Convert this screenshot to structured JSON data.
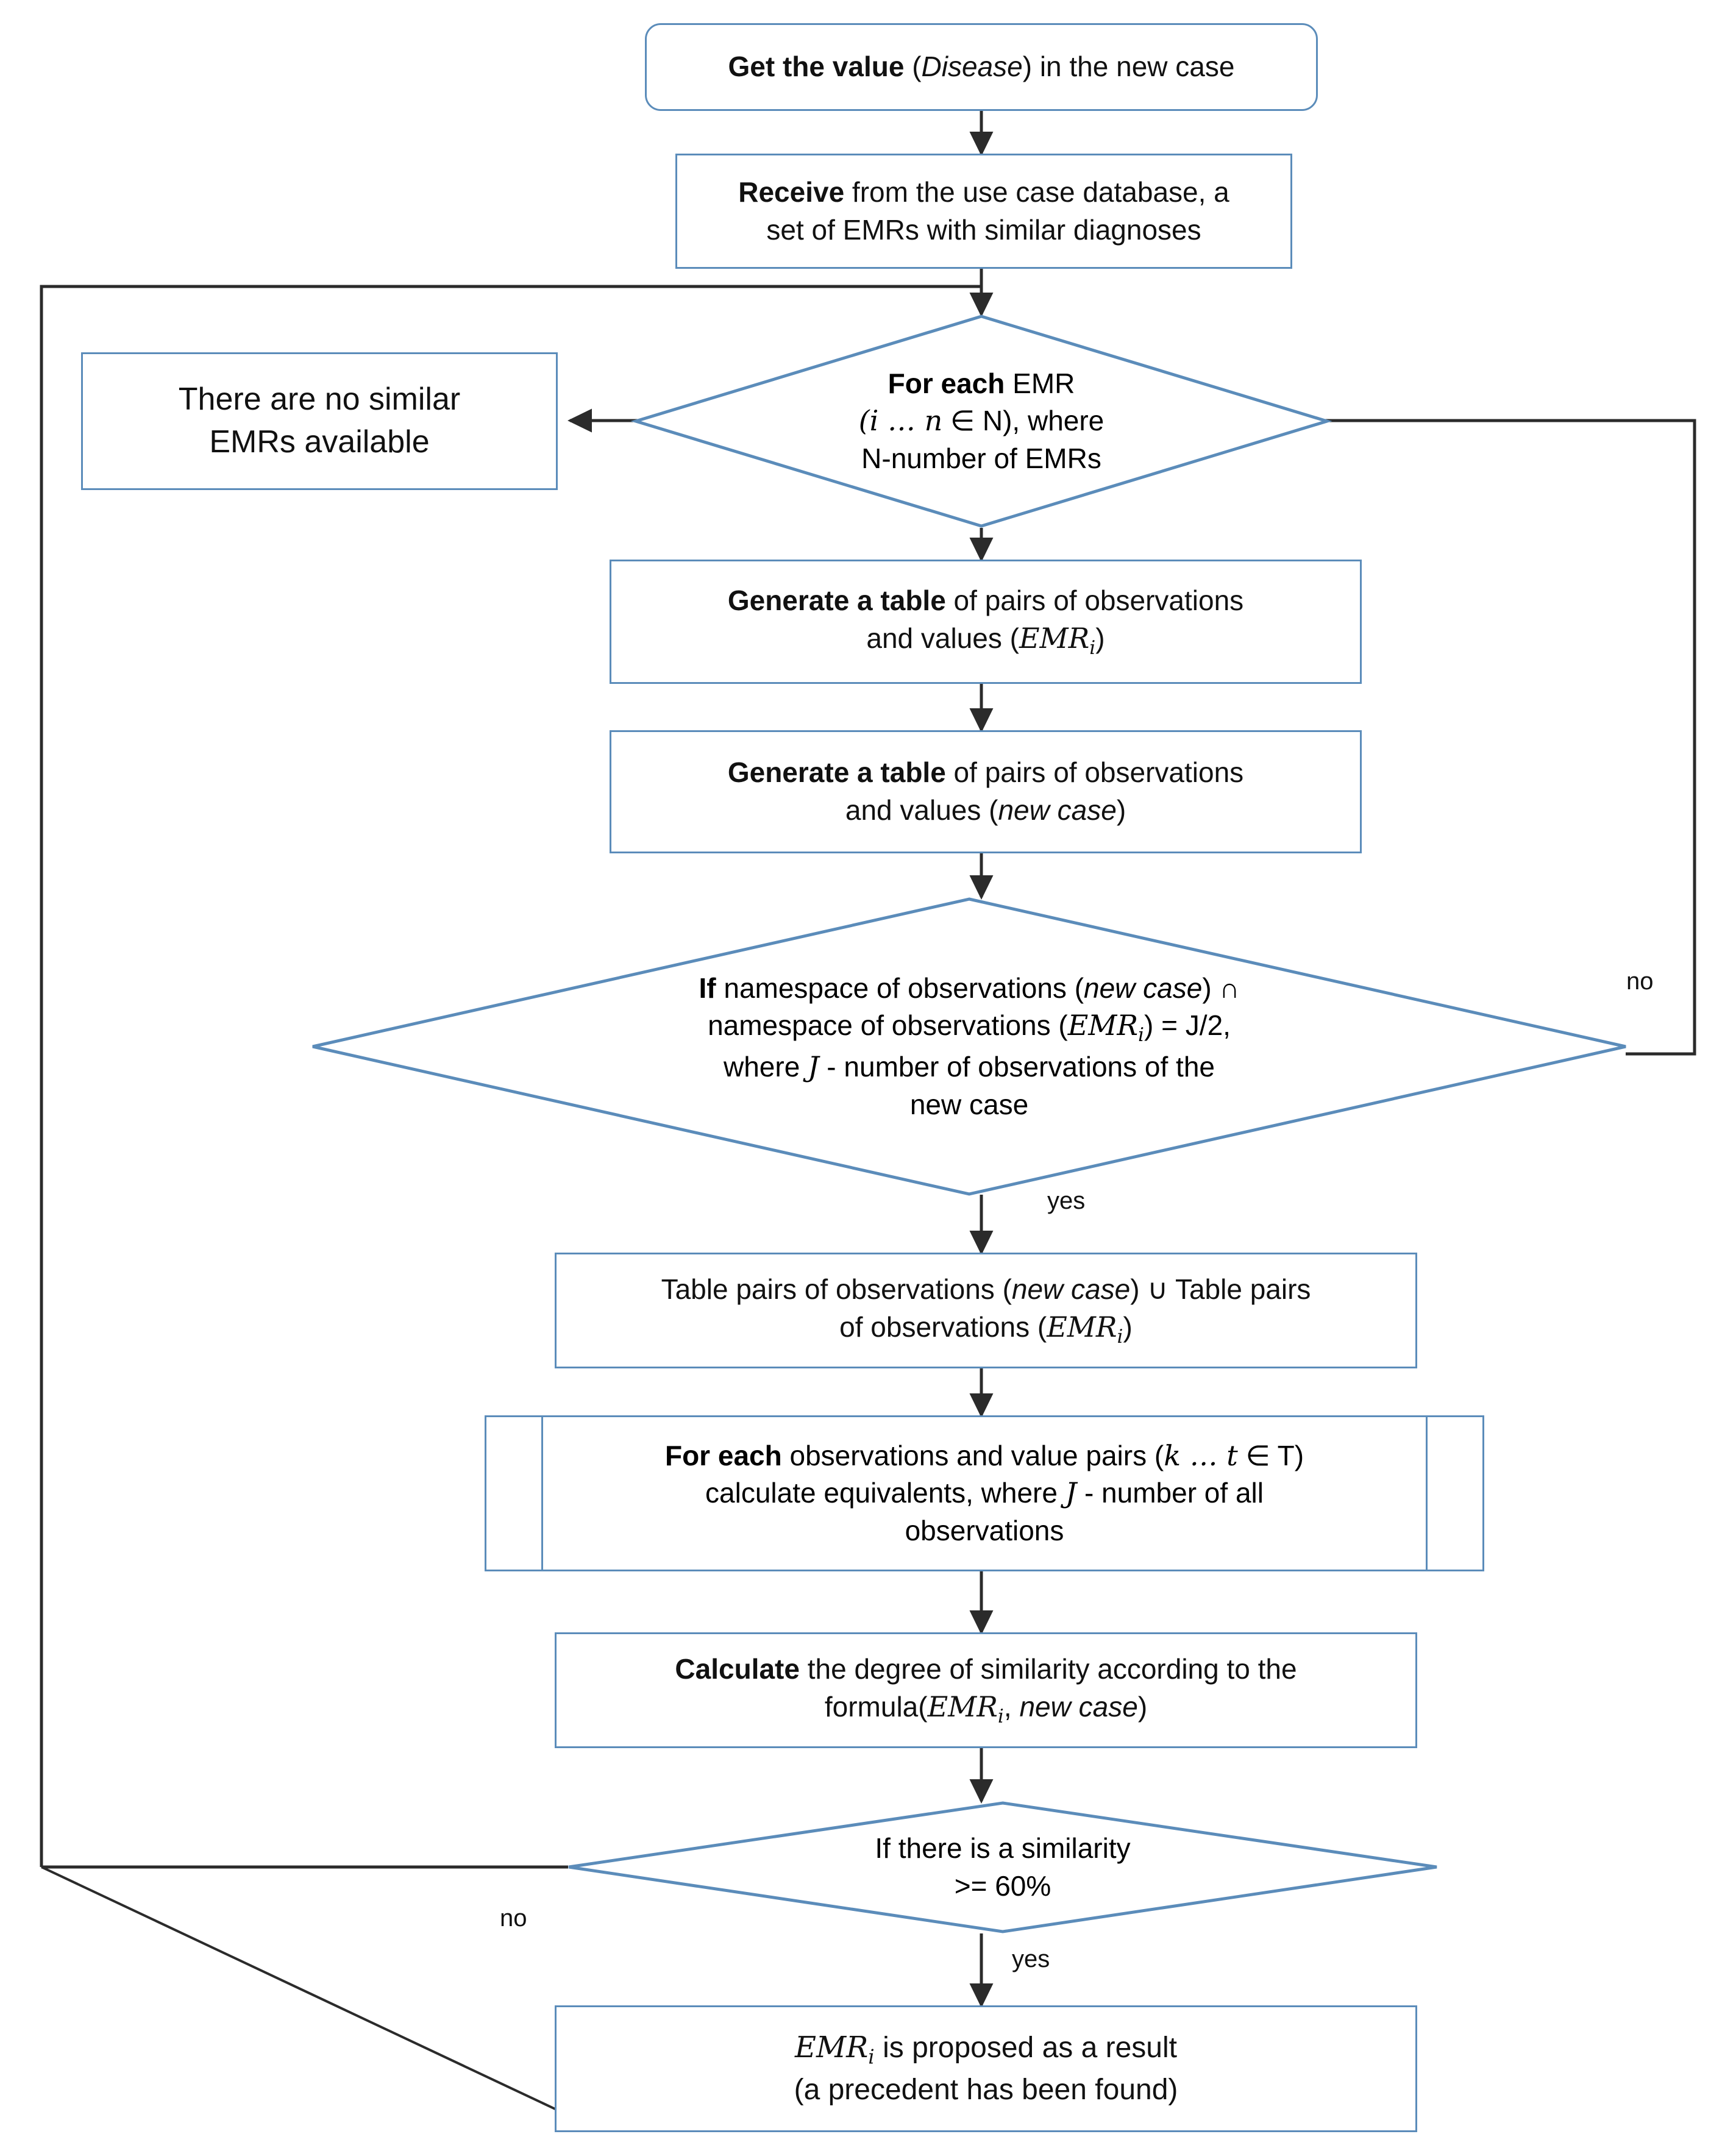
{
  "diagram": {
    "title": "CBR retrieval flowchart for similar EMRs",
    "accent_color": "#5b8cba",
    "line_color": "#3c3c3c",
    "text_color": "#111111",
    "background": "#ffffff"
  },
  "nodes": {
    "start": {
      "shape": "rounded-process",
      "lines": [
        {
          "parts": [
            {
              "t": "Get the value ",
              "style": "bold"
            },
            {
              "t": "(",
              "style": "plain"
            },
            {
              "t": "Disease",
              "style": "italic"
            },
            {
              "t": ") in the new case",
              "style": "plain"
            }
          ]
        }
      ],
      "plain": "Get the value (Disease) in the new case"
    },
    "receive": {
      "shape": "process",
      "plain": "Receive from the use case database, a set of EMRs with similar diagnoses",
      "line1_bold": "Receive",
      "line1_rest": " from the use case database, a",
      "line2": "set of EMRs with similar diagnoses"
    },
    "no_similar": {
      "shape": "process",
      "line1": "There are no similar",
      "line2": "EMRs available",
      "plain": "There are no similar EMRs available"
    },
    "for_each_emr": {
      "shape": "decision",
      "line1_bold": "For each",
      "line1_rest": " EMR",
      "line2_math": "(i … n",
      "line2_rest": " ∈ N), where",
      "line3": "N-number of EMRs",
      "plain": "For each EMR (i ... n ∈ N), where N-number of EMRs"
    },
    "gen_table_emr": {
      "shape": "process",
      "line1_bold": "Generate a table",
      "line1_rest": " of pairs of observations",
      "line2_rest": "and values (",
      "line2_math": "EMR",
      "line2_sub": "i",
      "line2_tail": ")",
      "plain": "Generate a table of pairs of observations and values (EMR_i)"
    },
    "gen_table_newcase": {
      "shape": "process",
      "line1_bold": "Generate a table",
      "line1_rest": " of pairs of observations",
      "line2_rest": "and values (",
      "line2_italic": "new case",
      "line2_tail": ")",
      "plain": "Generate a table of pairs of observations and values (new case)"
    },
    "namespace_check": {
      "shape": "decision",
      "line1_bold": "If",
      "line1_a": " namespace of observations (",
      "line1_italic": "new case",
      "line1_b": ") ∩",
      "line2_a": "namespace of observations (",
      "line2_math": "EMR",
      "line2_sub": "i",
      "line2_b": ") = J/2,",
      "line3_a": "where ",
      "line3_math": "J",
      "line3_b": " - number of observations of the",
      "line4": "new case",
      "plain": "If namespace of observations (new case) ∩ namespace of observations (EMR_i) = J/2, where J - number of observations of the new case"
    },
    "union_tables": {
      "shape": "process",
      "line1_a": "Table pairs of observations (",
      "line1_italic": "new case",
      "line1_b": ") ∪ Table pairs",
      "line2_a": "of observations (",
      "line2_math": "EMR",
      "line2_sub": "i",
      "line2_b": ")",
      "plain": "Table pairs of observations (new case) ∪ Table pairs of observations (EMR_i)"
    },
    "calc_equivalents": {
      "shape": "predefined-process",
      "line1_bold": "For each",
      "line1_rest": " observations and value pairs (",
      "line1_math": "k … t",
      "line1_tail": " ∈ T)",
      "line2_a": "calculate equivalents, where ",
      "line2_math": "J",
      "line2_b": " - number of all",
      "line3": "observations",
      "plain": "For each observations and value pairs (k ... t ∈ T) calculate equivalents, where J - number of all observations"
    },
    "calc_similarity": {
      "shape": "process",
      "line1_bold": "Calculate",
      "line1_rest": " the degree of similarity according to the",
      "line2_a": "formula(",
      "line2_math": "EMR",
      "line2_sub": "i",
      "line2_b": ", ",
      "line2_italic": "new case",
      "line2_tail": ")",
      "plain": "Calculate the degree of similarity according to the formula(EMR_i, new case)"
    },
    "similarity_check": {
      "shape": "decision",
      "line1": "If there is a similarity",
      "line2": ">= 60%",
      "plain": "If there is a similarity >= 60%"
    },
    "result": {
      "shape": "process",
      "line1_math": "EMR",
      "line1_sub": "i",
      "line1_rest": " is proposed as a result",
      "line2": "(a precedent has been found)",
      "plain": "EMR_i is proposed as a result (a precedent has been found)"
    }
  },
  "edge_labels": {
    "namespace_no": "no",
    "namespace_yes": "yes",
    "similarity_no": "no",
    "similarity_yes": "yes"
  }
}
